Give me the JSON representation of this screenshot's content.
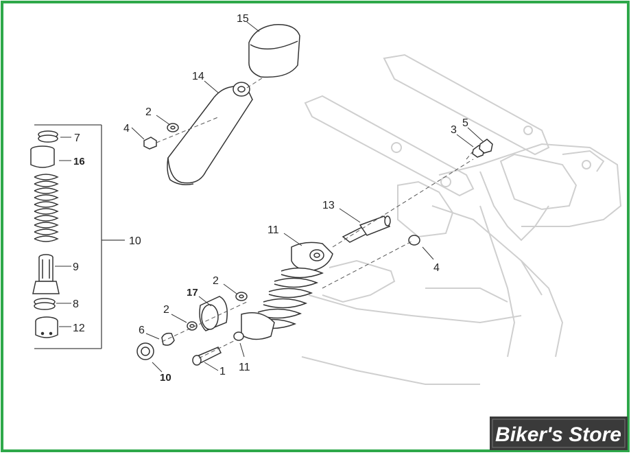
{
  "diagram": {
    "callouts": [
      {
        "id": "c15",
        "label": "15"
      },
      {
        "id": "c14",
        "label": "14"
      },
      {
        "id": "c2a",
        "label": "2"
      },
      {
        "id": "c4a",
        "label": "4"
      },
      {
        "id": "c7",
        "label": "7"
      },
      {
        "id": "c16",
        "label": "16"
      },
      {
        "id": "c10a",
        "label": "10"
      },
      {
        "id": "c9",
        "label": "9"
      },
      {
        "id": "c8",
        "label": "8"
      },
      {
        "id": "c12",
        "label": "12"
      },
      {
        "id": "c3",
        "label": "3"
      },
      {
        "id": "c5",
        "label": "5"
      },
      {
        "id": "c13",
        "label": "13"
      },
      {
        "id": "c11a",
        "label": "11"
      },
      {
        "id": "c4b",
        "label": "4"
      },
      {
        "id": "c2b",
        "label": "2"
      },
      {
        "id": "c17",
        "label": "17"
      },
      {
        "id": "c2c",
        "label": "2"
      },
      {
        "id": "c6",
        "label": "6"
      },
      {
        "id": "c10b",
        "label": "10"
      },
      {
        "id": "c1",
        "label": "1"
      },
      {
        "id": "c11b",
        "label": "11"
      }
    ]
  },
  "logo": {
    "text": "Biker's Store"
  },
  "colors": {
    "border": "#2ea84a",
    "line": "#333333",
    "frame_ghost": "#cfcfcf",
    "logo_bg": "#3a3a3a"
  }
}
